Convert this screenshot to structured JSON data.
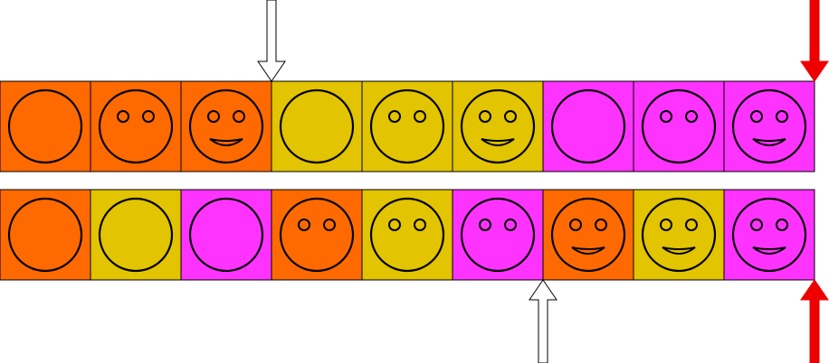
{
  "colors": {
    "orange": "#ff6a00",
    "yellow": "#e2c400",
    "magenta": "#ff33ff",
    "outline": "#000000",
    "arrow_white": "#ffffff",
    "arrow_red": "#ee0000"
  },
  "rows": [
    {
      "name": "top-row",
      "cells": [
        {
          "color": "orange",
          "eyes": false,
          "mouth": false
        },
        {
          "color": "orange",
          "eyes": true,
          "mouth": false
        },
        {
          "color": "orange",
          "eyes": true,
          "mouth": true
        },
        {
          "color": "yellow",
          "eyes": false,
          "mouth": false
        },
        {
          "color": "yellow",
          "eyes": true,
          "mouth": false
        },
        {
          "color": "yellow",
          "eyes": true,
          "mouth": true
        },
        {
          "color": "magenta",
          "eyes": false,
          "mouth": false
        },
        {
          "color": "magenta",
          "eyes": true,
          "mouth": false
        },
        {
          "color": "magenta",
          "eyes": true,
          "mouth": true
        }
      ]
    },
    {
      "name": "bottom-row",
      "cells": [
        {
          "color": "orange",
          "eyes": false,
          "mouth": false
        },
        {
          "color": "yellow",
          "eyes": false,
          "mouth": false
        },
        {
          "color": "magenta",
          "eyes": false,
          "mouth": false
        },
        {
          "color": "orange",
          "eyes": true,
          "mouth": false
        },
        {
          "color": "yellow",
          "eyes": true,
          "mouth": false
        },
        {
          "color": "magenta",
          "eyes": true,
          "mouth": false
        },
        {
          "color": "orange",
          "eyes": true,
          "mouth": true
        },
        {
          "color": "yellow",
          "eyes": true,
          "mouth": true
        },
        {
          "color": "magenta",
          "eyes": true,
          "mouth": true
        }
      ]
    }
  ],
  "arrows": [
    {
      "name": "top-white-arrow",
      "row": 0,
      "boundary": 3,
      "direction": "down",
      "color": "arrow_white"
    },
    {
      "name": "top-red-arrow",
      "row": 0,
      "boundary": 9,
      "direction": "down",
      "color": "arrow_red"
    },
    {
      "name": "bottom-white-arrow",
      "row": 1,
      "boundary": 6,
      "direction": "up",
      "color": "arrow_white"
    },
    {
      "name": "bottom-red-arrow",
      "row": 1,
      "boundary": 9,
      "direction": "up",
      "color": "arrow_red"
    }
  ]
}
